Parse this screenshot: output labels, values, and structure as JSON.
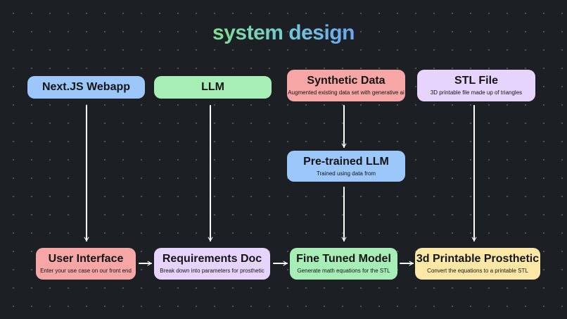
{
  "title": "system design",
  "nodes": {
    "nextjs": {
      "title": "Next.JS Webapp",
      "subtitle": ""
    },
    "llm": {
      "title": "LLM",
      "subtitle": ""
    },
    "synthetic": {
      "title": "Synthetic Data",
      "subtitle": "Augmented existing data set with generative ai"
    },
    "stl": {
      "title": "STL File",
      "subtitle": "3D printable file made up of triangles"
    },
    "pretrained": {
      "title": "Pre-trained LLM",
      "subtitle": "Trained using data from"
    },
    "ui": {
      "title": "User Interface",
      "subtitle": "Enter your use case on our front end"
    },
    "reqdoc": {
      "title": "Requirements Doc",
      "subtitle": "Break down into parameters for prosthetic"
    },
    "finetuned": {
      "title": "Fine Tuned Model",
      "subtitle": "Generate math equations for the STL"
    },
    "prosthetic": {
      "title": "3d Printable Prosthetic",
      "subtitle": "Convert the equations to a printable STL"
    }
  },
  "colors": {
    "background": "#1c1f24",
    "blue": "#9cc7fb",
    "green": "#a6eeb6",
    "red": "#f7a6a6",
    "purple": "#e6d4fc",
    "yellow": "#fce8a6",
    "arrow": "#ffffff"
  }
}
